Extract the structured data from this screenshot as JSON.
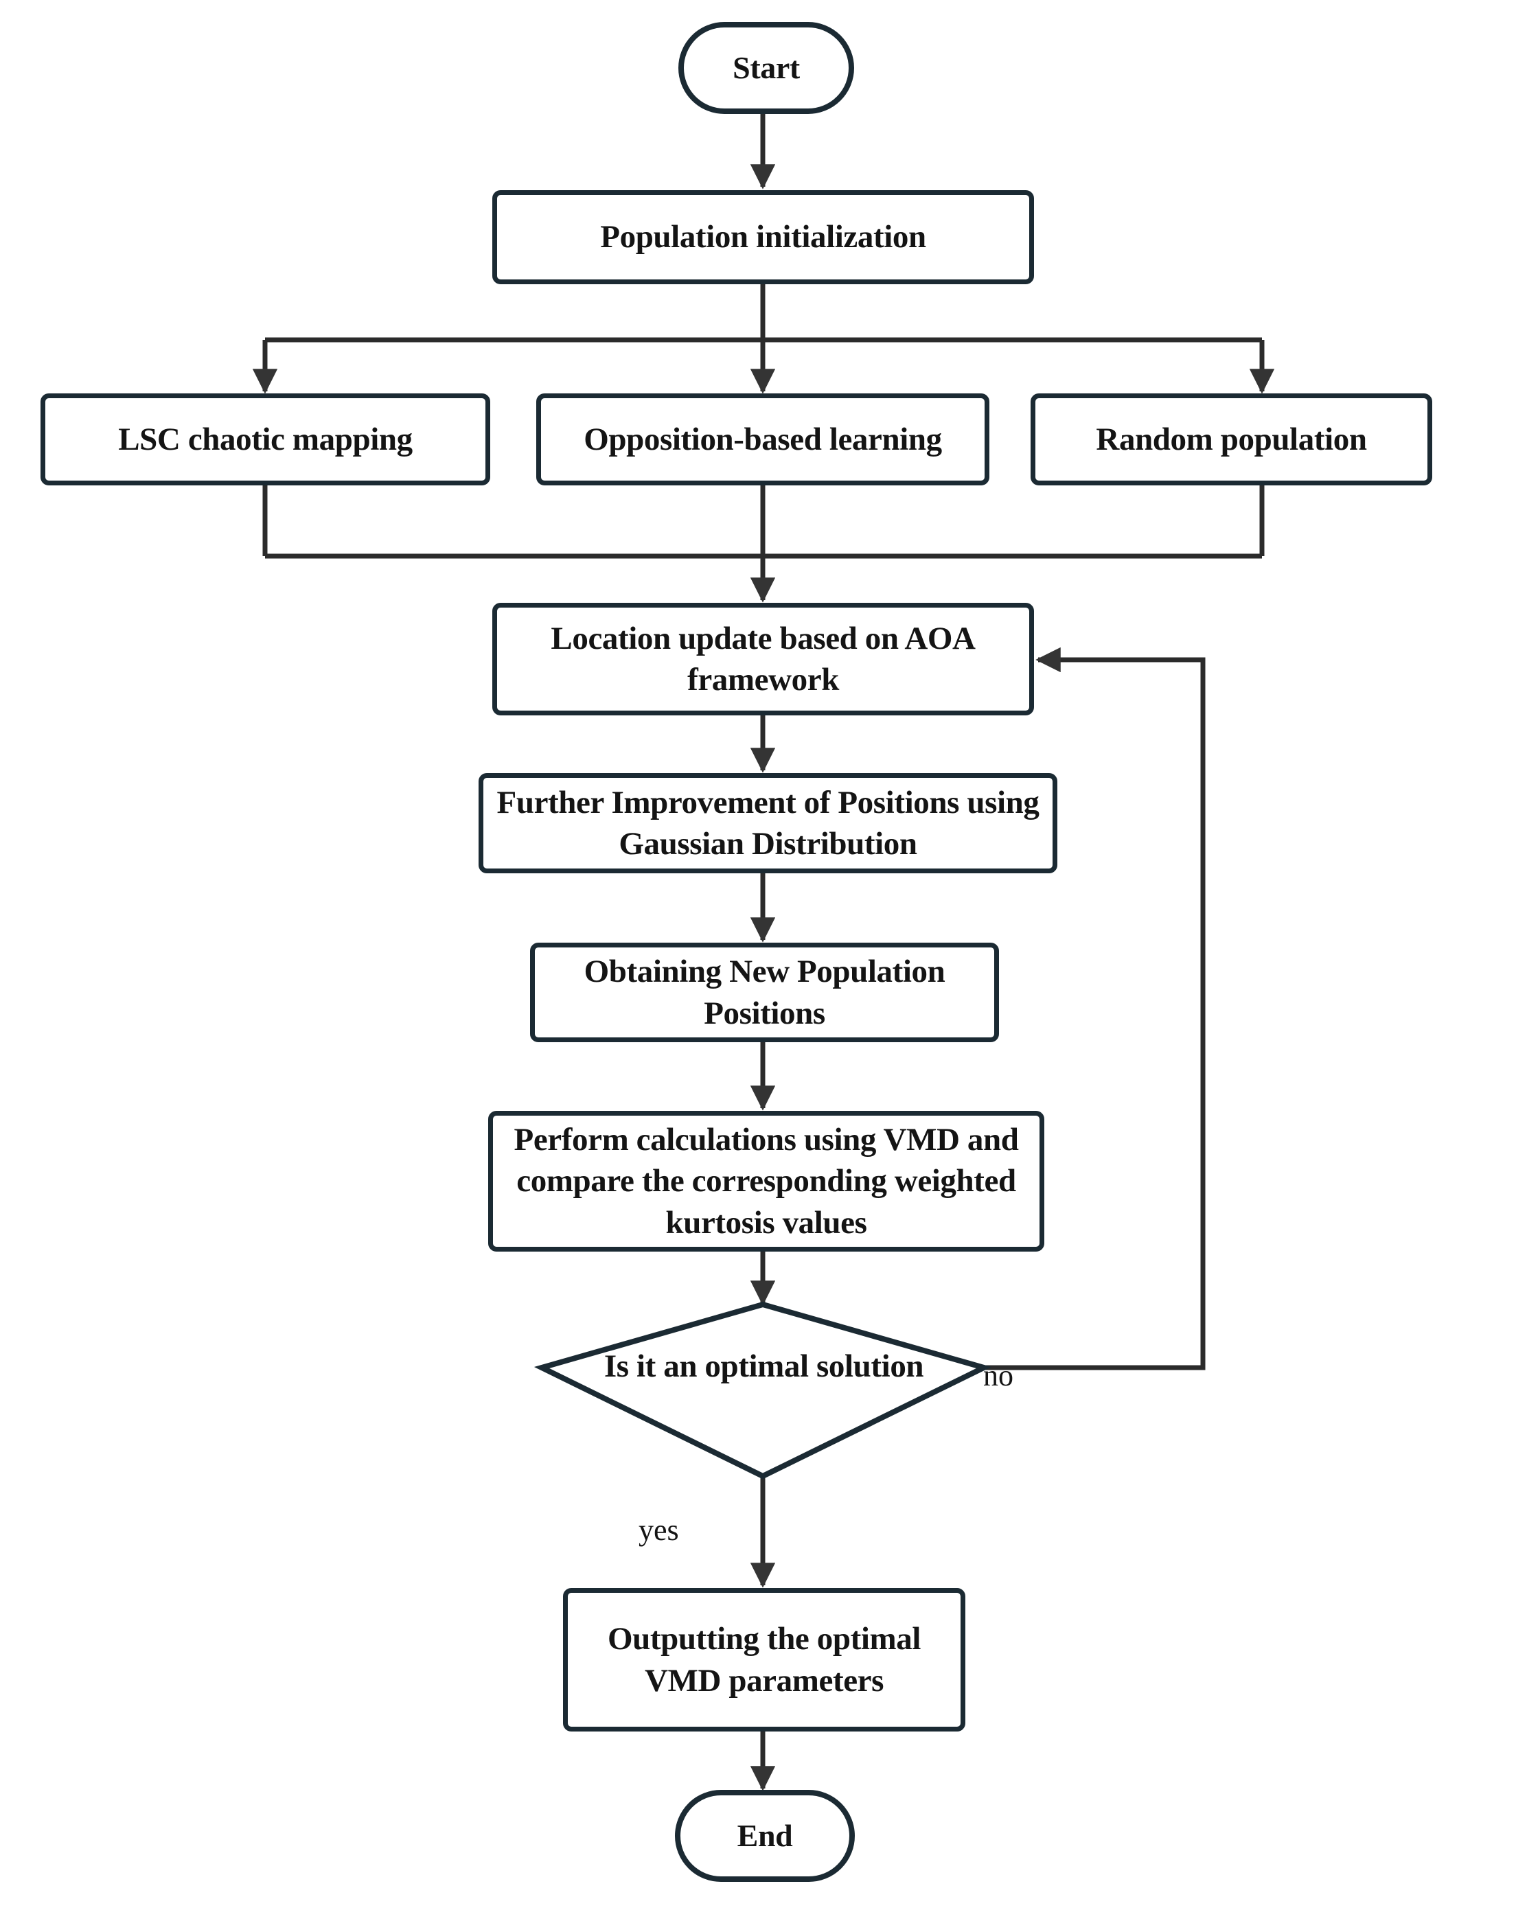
{
  "diagram": {
    "type": "flowchart",
    "title": "VMD parameter optimization flowchart",
    "colors": {
      "stroke": "#1b2a33",
      "text": "#141414",
      "background": "#ffffff"
    },
    "nodes": {
      "start": {
        "label": "Start",
        "shape": "terminal"
      },
      "population_init": {
        "label": "Population initialization",
        "shape": "process"
      },
      "lsc_chaotic": {
        "label": "LSC chaotic mapping",
        "shape": "process"
      },
      "opposition_learning": {
        "label": "Opposition-based learning",
        "shape": "process"
      },
      "random_population": {
        "label": "Random population",
        "shape": "process"
      },
      "location_update": {
        "label": "Location update based on AOA framework",
        "shape": "process"
      },
      "further_improvement": {
        "label": "Further Improvement of Positions using Gaussian Distribution",
        "shape": "process"
      },
      "new_positions": {
        "label": "Obtaining New Population Positions",
        "shape": "process"
      },
      "perform_vmd": {
        "label": "Perform calculations using VMD and compare the corresponding weighted kurtosis values",
        "shape": "process"
      },
      "decision": {
        "label": "Is it an optimal solution",
        "shape": "diamond"
      },
      "output_params": {
        "label": "Outputting the optimal VMD parameters",
        "shape": "process"
      },
      "end": {
        "label": "End",
        "shape": "terminal"
      }
    },
    "edge_labels": {
      "no": "no",
      "yes": "yes"
    }
  }
}
